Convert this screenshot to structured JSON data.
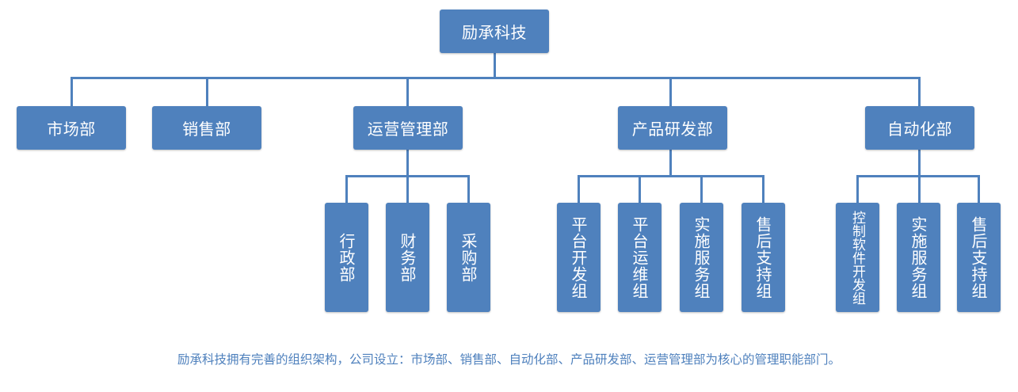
{
  "org": {
    "root": "励承科技",
    "depts": {
      "market": "市场部",
      "sales": "销售部",
      "ops": "运营管理部",
      "rd": "产品研发部",
      "auto": "自动化部"
    },
    "ops_children": [
      "行政部",
      "财务部",
      "采购部"
    ],
    "rd_children": [
      "平台开发组",
      "平台运维组",
      "实施服务组",
      "售后支持组"
    ],
    "auto_children": [
      "控制软件开发组",
      "实施服务组",
      "售后支持组"
    ]
  },
  "caption": "励承科技拥有完善的组织架构，公司设立：市场部、销售部、自动化部、产品研发部、运营管理部为核心的管理职能部门。",
  "colors": {
    "box": "#4f81bd",
    "line": "#4f81bd",
    "caption": "#4f81bd"
  }
}
